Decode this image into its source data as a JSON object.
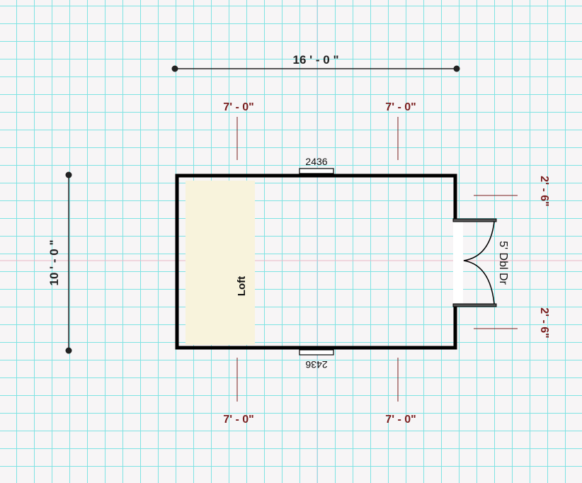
{
  "overall_width": "16 ' - 0 \"",
  "overall_depth": "10 ' - 0 \"",
  "top_left_offset": "7' - 0\"",
  "top_right_offset": "7' - 0\"",
  "bottom_left_offset": "7' - 0\"",
  "bottom_right_offset": "7' - 0\"",
  "right_top_offset": "2' - 6\"",
  "right_bottom_offset": "2' - 6\"",
  "top_window": "2436",
  "bottom_window": "2436",
  "door_label": "5' Dbl Dr",
  "loft_label": "Loft",
  "colors": {
    "grid": "#7fe3e3",
    "wall": "#000000",
    "dimension_red": "#7a1f1f",
    "loft": "#f8f3dc"
  }
}
